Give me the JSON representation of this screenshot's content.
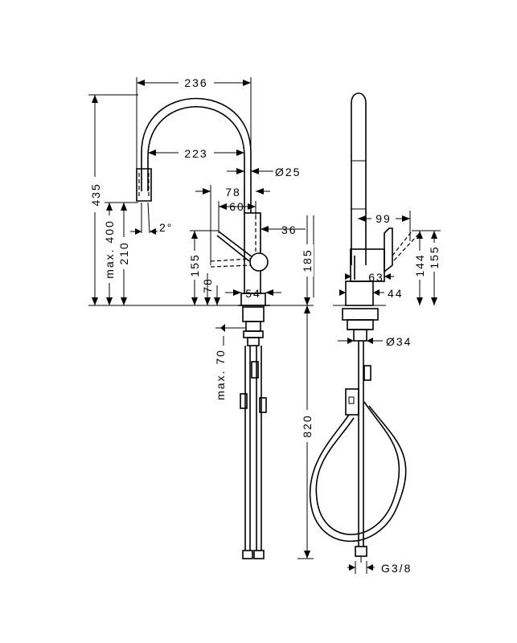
{
  "dims": {
    "w236": "236",
    "w223": "223",
    "d25": "Ø25",
    "w78a": "78",
    "w60": "60",
    "w36": "36",
    "h435": "435",
    "hmax400": "max. 400",
    "h210": "210",
    "a2": "2°",
    "h155": "155",
    "h78b": "78",
    "h185": "185",
    "w54": "54",
    "hmax70": "max. 70",
    "h820": "820",
    "w99": "99",
    "h144": "144",
    "h155b": "155",
    "w63": "63",
    "w44": "44",
    "d34": "Ø34",
    "g38": "G3/8"
  }
}
